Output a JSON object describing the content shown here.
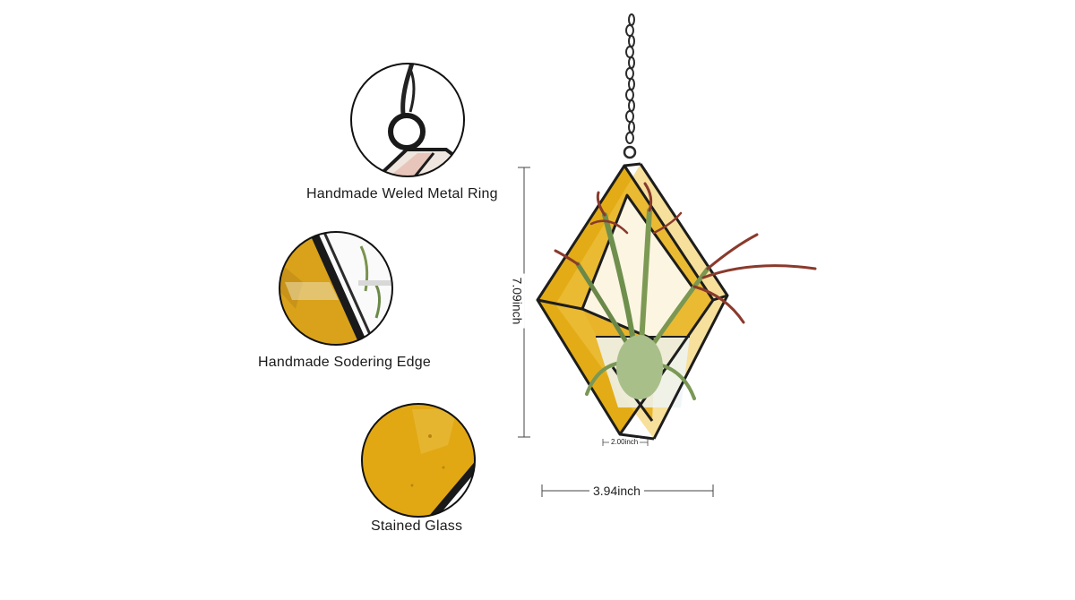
{
  "features": [
    {
      "label": "Handmade Weled Metal Ring",
      "icon": "metal-ring-closeup"
    },
    {
      "label": "Handmade Sodering Edge",
      "icon": "soldered-edge-closeup"
    },
    {
      "label": "Stained Glass",
      "icon": "stained-glass-closeup"
    }
  ],
  "dimensions": {
    "height": "7.09inch",
    "width": "3.94inch",
    "depth": "2.00inch"
  },
  "colors": {
    "glass": "#E3AC16",
    "glass_light": "#F0C64A",
    "frame": "#1d1d1d",
    "plant_green": "#6f8f4c",
    "plant_red": "#8a3a2c"
  }
}
